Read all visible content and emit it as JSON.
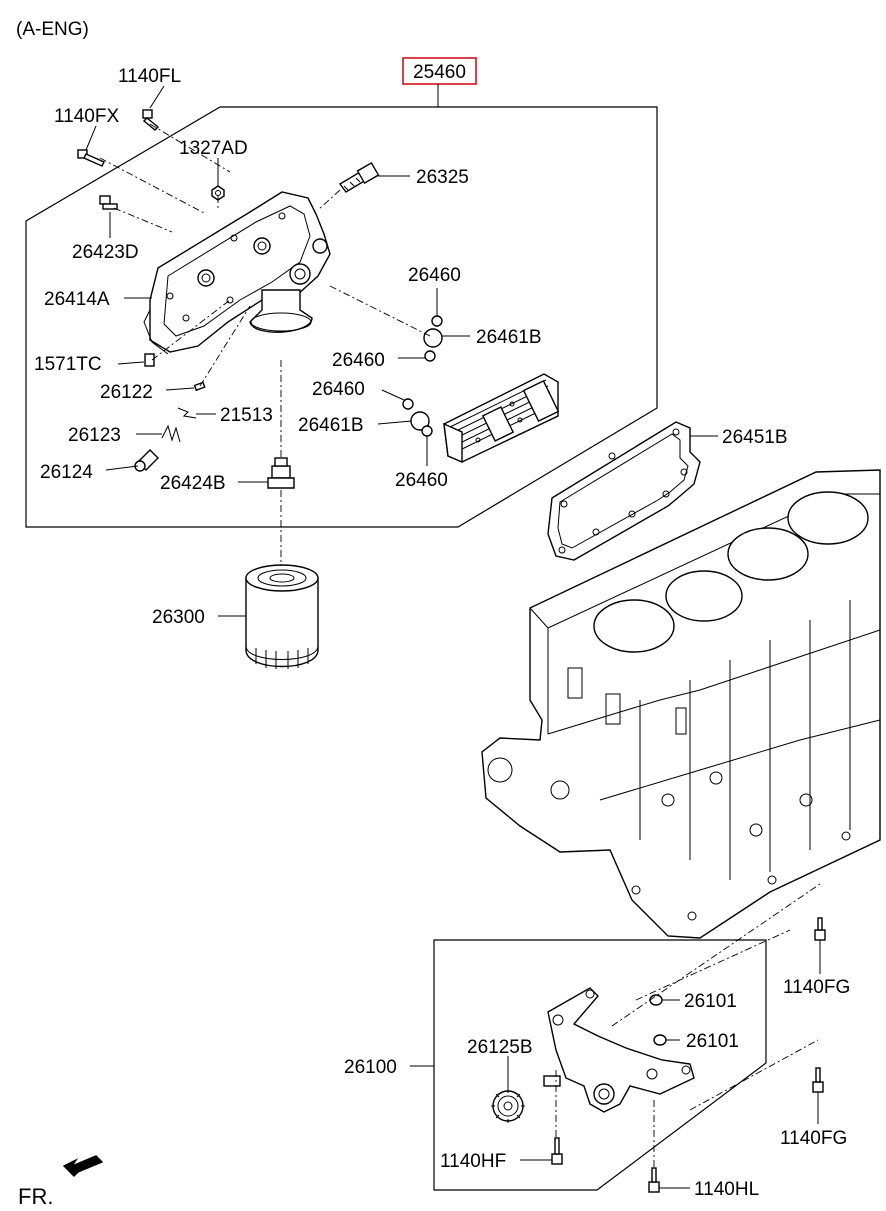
{
  "header": {
    "variant": "(A-ENG)",
    "highlighted_part": "25460",
    "highlight_color": "#d4111b"
  },
  "footer": {
    "direction": "FR."
  },
  "labels": {
    "p1140fl": "1140FL",
    "p1140fx": "1140FX",
    "p1327ad": "1327AD",
    "p26325": "26325",
    "p26423d": "26423D",
    "p26414a": "26414A",
    "p26460_a": "26460",
    "p26461b_a": "26461B",
    "p26460_b": "26460",
    "p1571tc": "1571TC",
    "p26122": "26122",
    "p26460_c": "26460",
    "p21513": "21513",
    "p26461b_b": "26461B",
    "p26123": "26123",
    "p26451b": "26451B",
    "p26460_d": "26460",
    "p26124": "26124",
    "p26424b": "26424B",
    "p26300": "26300",
    "p1140fg_a": "1140FG",
    "p26101_a": "26101",
    "p26125b": "26125B",
    "p26101_b": "26101",
    "p26100": "26100",
    "p1140fg_b": "1140FG",
    "p1140hf": "1140HF",
    "p1140hl": "1140HL"
  }
}
